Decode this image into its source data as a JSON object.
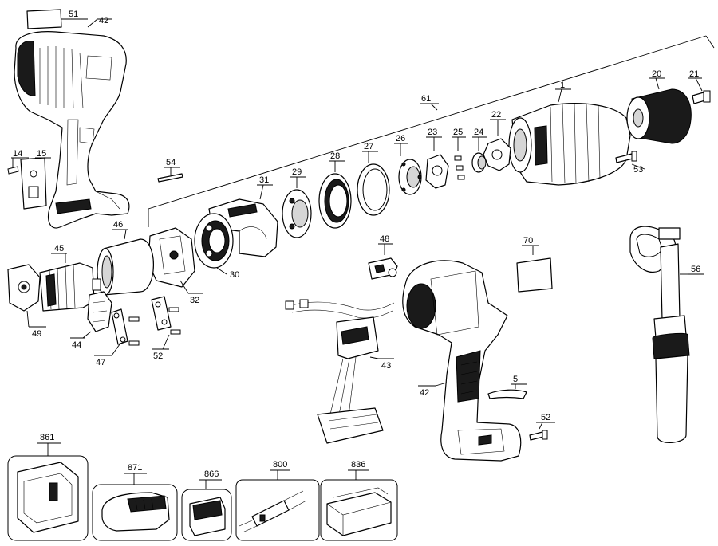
{
  "callouts": [
    {
      "id": "51",
      "label": "51"
    },
    {
      "id": "42a",
      "label": "42"
    },
    {
      "id": "14",
      "label": "14"
    },
    {
      "id": "15",
      "label": "15"
    },
    {
      "id": "54",
      "label": "54"
    },
    {
      "id": "61",
      "label": "61"
    },
    {
      "id": "1",
      "label": "1"
    },
    {
      "id": "20",
      "label": "20"
    },
    {
      "id": "21",
      "label": "21"
    },
    {
      "id": "22",
      "label": "22"
    },
    {
      "id": "23",
      "label": "23"
    },
    {
      "id": "24",
      "label": "24"
    },
    {
      "id": "25",
      "label": "25"
    },
    {
      "id": "26",
      "label": "26"
    },
    {
      "id": "27",
      "label": "27"
    },
    {
      "id": "28",
      "label": "28"
    },
    {
      "id": "29",
      "label": "29"
    },
    {
      "id": "31",
      "label": "31"
    },
    {
      "id": "53",
      "label": "53"
    },
    {
      "id": "46",
      "label": "46"
    },
    {
      "id": "45",
      "label": "45"
    },
    {
      "id": "32",
      "label": "32"
    },
    {
      "id": "30",
      "label": "30"
    },
    {
      "id": "49",
      "label": "49"
    },
    {
      "id": "44",
      "label": "44"
    },
    {
      "id": "47",
      "label": "47"
    },
    {
      "id": "52a",
      "label": "52"
    },
    {
      "id": "48",
      "label": "48"
    },
    {
      "id": "70",
      "label": "70"
    },
    {
      "id": "43",
      "label": "43"
    },
    {
      "id": "42b",
      "label": "42"
    },
    {
      "id": "5",
      "label": "5"
    },
    {
      "id": "52b",
      "label": "52"
    },
    {
      "id": "56",
      "label": "56"
    },
    {
      "id": "861",
      "label": "861"
    },
    {
      "id": "871",
      "label": "871"
    },
    {
      "id": "866",
      "label": "866"
    },
    {
      "id": "800",
      "label": "800"
    },
    {
      "id": "836",
      "label": "836"
    }
  ]
}
